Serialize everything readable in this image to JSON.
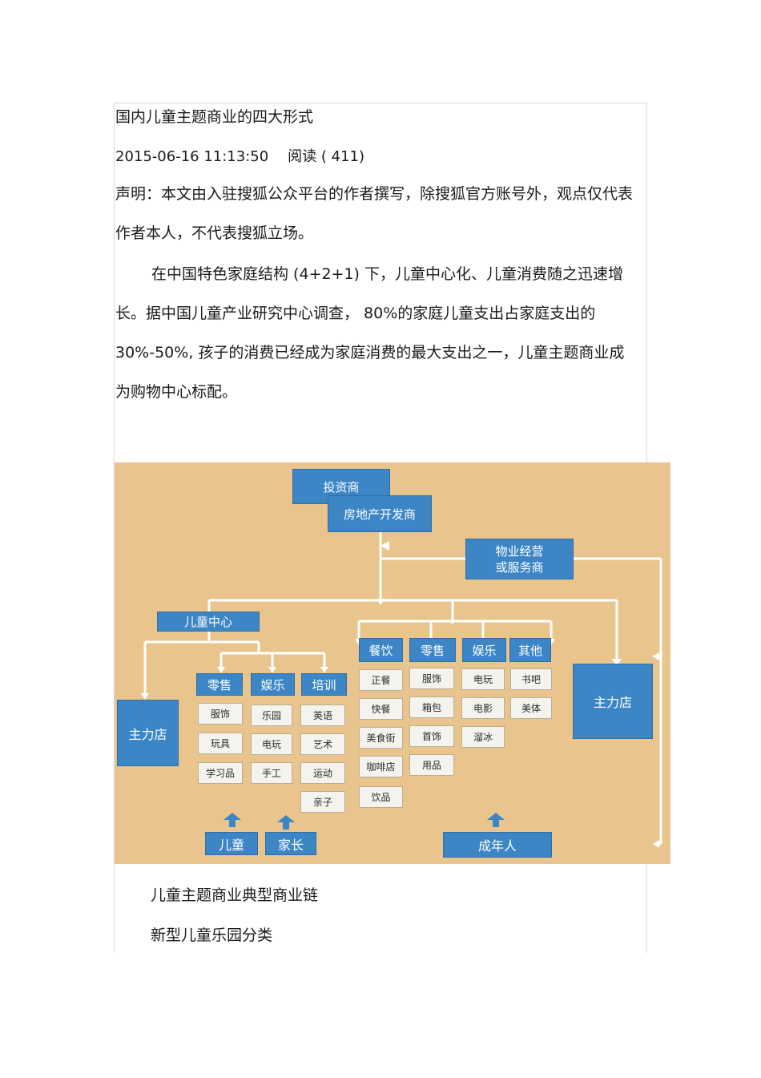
{
  "article": {
    "title": "国内儿童主题商业的四大形式",
    "datetime": "2015-06-16 11:13:50",
    "reads": "阅读 ( 411)",
    "disclaimer": "声明：本文由入驻搜狐公众平台的作者撰写，除搜狐官方账号外，观点仅代表作者本人，不代表搜狐立场。",
    "intro": "在中国特色家庭结构  (4+2+1) 下，儿童中心化、儿童消费随之迅速增长。据中国儿童产业研究中心调查，      80%的家庭儿童支出占家庭支出的  30%-50%,  孩子的消费已经成为家庭消费的最大支出之一，儿童主题商业成为购物中心标配。",
    "caption_chain": "儿童主题商业典型商业链",
    "caption_park": "新型儿童乐园分类"
  },
  "diagram": {
    "investor": "投资商",
    "developer": "房地产开发商",
    "operator_line1": "物业经营",
    "operator_line2": "或服务商",
    "kids_center": "儿童中心",
    "anchor_left": "主力店",
    "anchor_right": "主力店",
    "kids_cats": {
      "retail": {
        "label": "零售",
        "items": [
          "服饰",
          "玩具",
          "学习品"
        ]
      },
      "entertainment": {
        "label": "娱乐",
        "items": [
          "乐园",
          "电玩",
          "手工"
        ]
      },
      "training": {
        "label": "培训",
        "items": [
          "英语",
          "艺术",
          "运动",
          "亲子"
        ]
      }
    },
    "adult_cats": {
      "dining": {
        "label": "餐饮",
        "items": [
          "正餐",
          "快餐",
          "美食街",
          "咖啡店",
          "饮品"
        ]
      },
      "retail": {
        "label": "零售",
        "items": [
          "服饰",
          "箱包",
          "首饰",
          "用品"
        ]
      },
      "entertainment": {
        "label": "娱乐",
        "items": [
          "电玩",
          "电影",
          "溜冰"
        ]
      },
      "other": {
        "label": "其他",
        "items": [
          "书吧",
          "美体"
        ]
      }
    },
    "audience": {
      "child": "儿童",
      "parent": "家长",
      "adult": "成年人"
    },
    "colors": {
      "background": "#e9c58d",
      "box": "#3d86c6",
      "line": "#ffffff"
    }
  }
}
